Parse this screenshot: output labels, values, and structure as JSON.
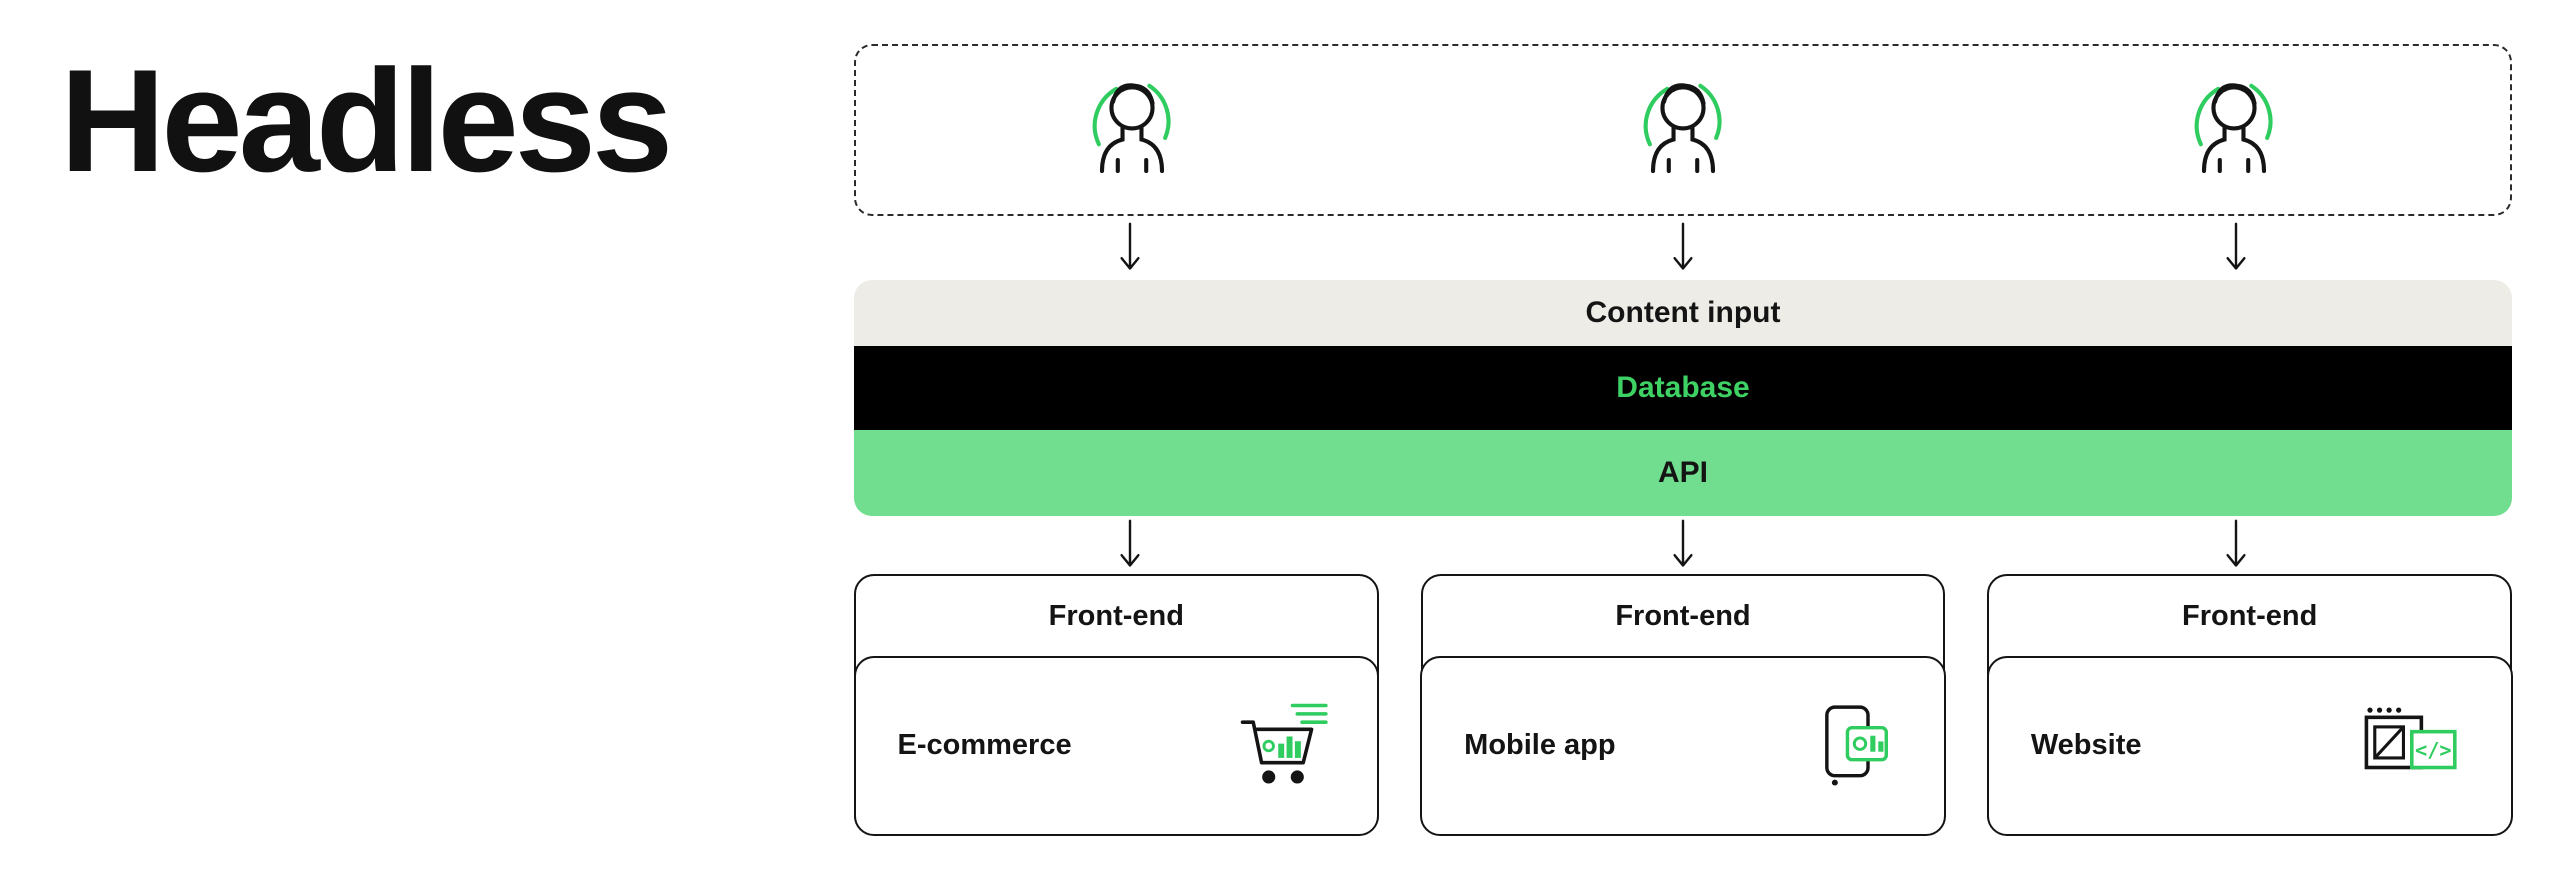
{
  "page": {
    "title": "Headless"
  },
  "colors": {
    "accent_green": "#2FCC5F",
    "api_bar_bg": "#70DE8E",
    "content_bar_bg": "#EDECE7",
    "database_bar_bg": "#000000",
    "database_text": "#3ED164",
    "line_black": "#141414"
  },
  "diagram": {
    "users_box": {
      "icons": [
        "user-icon",
        "user-icon",
        "user-icon"
      ]
    },
    "bars": [
      {
        "label": "Content input"
      },
      {
        "label": "Database"
      },
      {
        "label": "API"
      }
    ],
    "cards": [
      {
        "header": "Front-end",
        "label": "E-commerce",
        "icon": "shopping-cart-icon"
      },
      {
        "header": "Front-end",
        "label": "Mobile app",
        "icon": "mobile-app-icon"
      },
      {
        "header": "Front-end",
        "label": "Website",
        "icon": "website-browser-icon"
      }
    ]
  }
}
